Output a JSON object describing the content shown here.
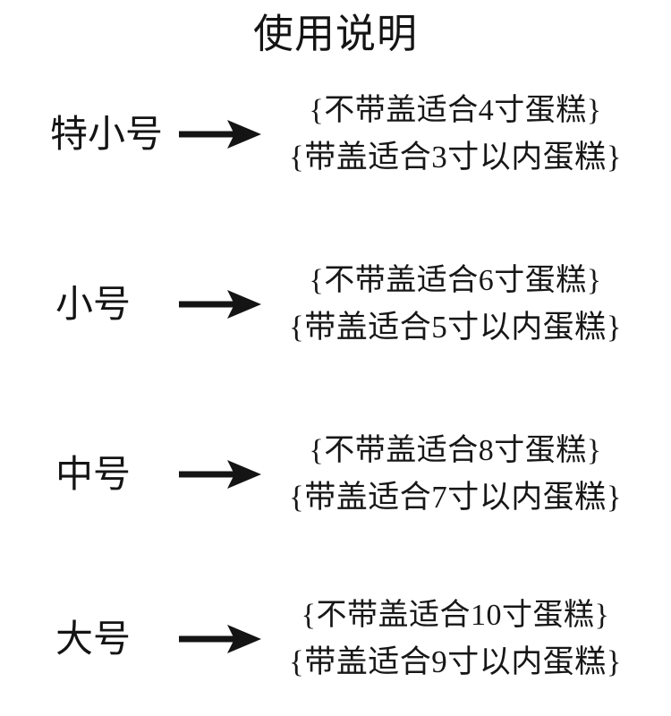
{
  "page": {
    "title": "使用说明",
    "background_color": "#ffffff",
    "text_color": "#141414"
  },
  "rows": [
    {
      "size_label": "特小号",
      "arrow": "right-arrow",
      "line_1": "{不带盖适合4寸蛋糕}",
      "line_2": "{带盖适合3寸以内蛋糕}"
    },
    {
      "size_label": "小号",
      "arrow": "right-arrow",
      "line_1": "{不带盖适合6寸蛋糕}",
      "line_2": "{带盖适合5寸以内蛋糕}"
    },
    {
      "size_label": "中号",
      "arrow": "right-arrow",
      "line_1": "{不带盖适合8寸蛋糕}",
      "line_2": "{带盖适合7寸以内蛋糕}"
    },
    {
      "size_label": "大号",
      "arrow": "right-arrow",
      "line_1": "{不带盖适合10寸蛋糕}",
      "line_2": "{带盖适合9寸以内蛋糕}"
    }
  ]
}
